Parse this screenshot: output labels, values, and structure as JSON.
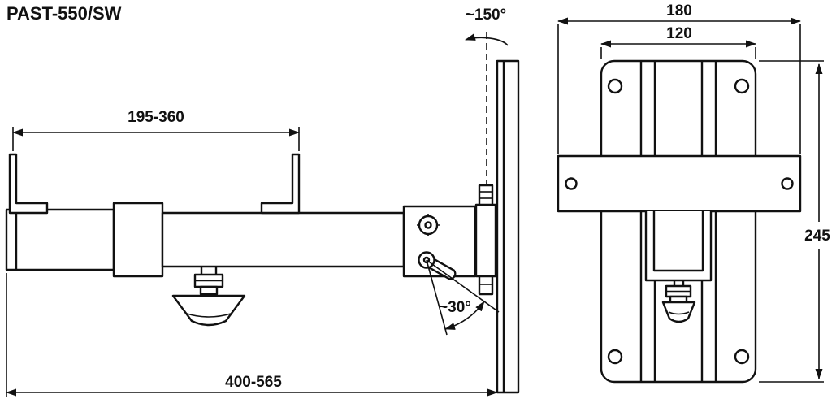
{
  "title": "PAST-550/SW",
  "side_view": {
    "arm_span": "195-360",
    "total_length": "400-565",
    "swivel_angle": "~150°",
    "tilt_angle": "~30°"
  },
  "front_view": {
    "bar_width": "180",
    "plate_width": "120",
    "plate_height": "245"
  },
  "colors": {
    "line": "#111111",
    "background": "#ffffff"
  }
}
